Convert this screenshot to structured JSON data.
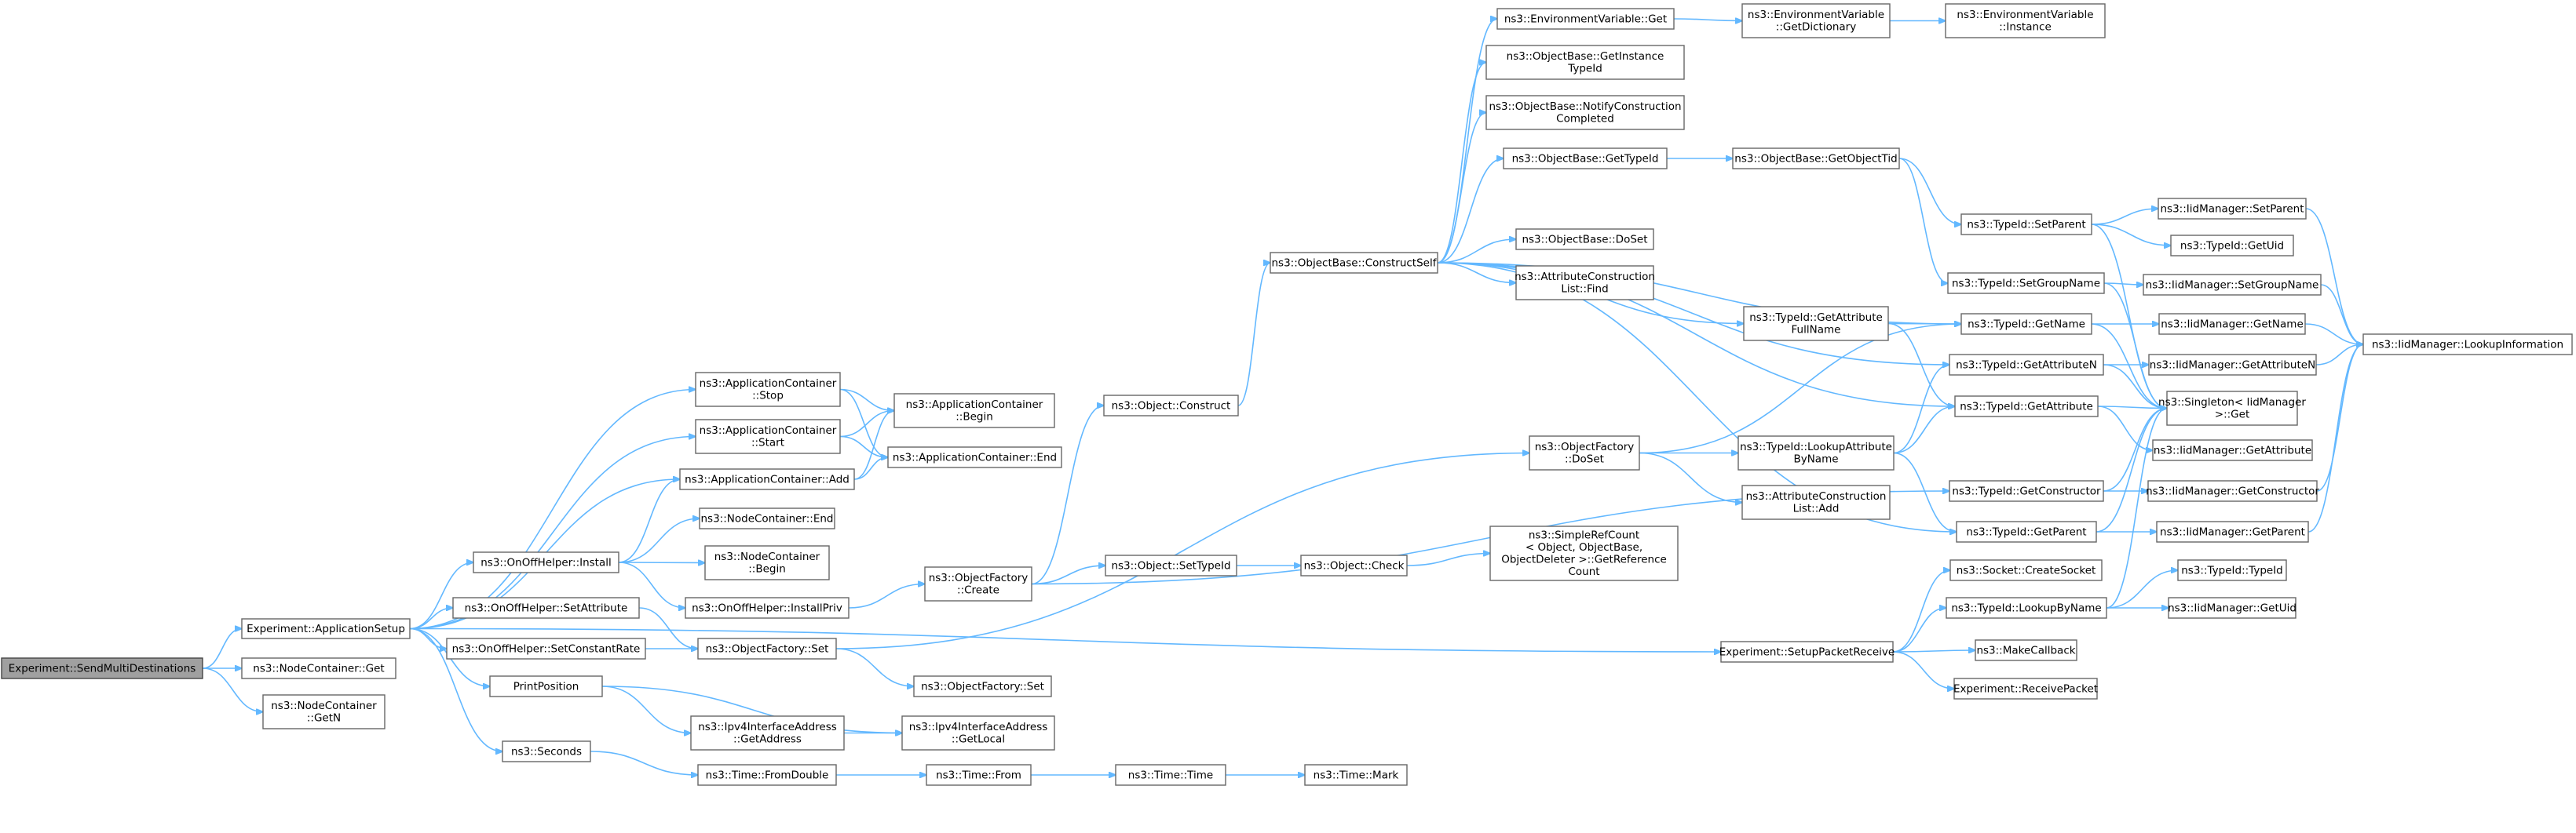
{
  "diagram": {
    "nodes": [
      {
        "id": "sendmulti",
        "lines": [
          "Experiment::SendMultiDestinations"
        ],
        "root": true
      },
      {
        "id": "appsetup",
        "lines": [
          "Experiment::ApplicationSetup"
        ]
      },
      {
        "id": "nc_get",
        "lines": [
          "ns3::NodeContainer::Get"
        ]
      },
      {
        "id": "nc_getn",
        "lines": [
          "ns3::NodeContainer",
          "::GetN"
        ]
      },
      {
        "id": "ac_stop",
        "lines": [
          "ns3::ApplicationContainer",
          "::Stop"
        ]
      },
      {
        "id": "ac_start",
        "lines": [
          "ns3::ApplicationContainer",
          "::Start"
        ]
      },
      {
        "id": "ac_add",
        "lines": [
          "ns3::ApplicationContainer::Add"
        ]
      },
      {
        "id": "oo_install",
        "lines": [
          "ns3::OnOffHelper::Install"
        ]
      },
      {
        "id": "oo_setattr",
        "lines": [
          "ns3::OnOffHelper::SetAttribute"
        ]
      },
      {
        "id": "oo_setconst",
        "lines": [
          "ns3::OnOffHelper::SetConstantRate"
        ]
      },
      {
        "id": "printpos",
        "lines": [
          "PrintPosition"
        ]
      },
      {
        "id": "seconds",
        "lines": [
          "ns3::Seconds"
        ]
      },
      {
        "id": "ac_begin",
        "lines": [
          "ns3::ApplicationContainer",
          "::Begin"
        ]
      },
      {
        "id": "ac_end",
        "lines": [
          "ns3::ApplicationContainer::End"
        ]
      },
      {
        "id": "nc_end",
        "lines": [
          "ns3::NodeContainer::End"
        ]
      },
      {
        "id": "nc_begin",
        "lines": [
          "ns3::NodeContainer",
          "::Begin"
        ]
      },
      {
        "id": "oo_installpriv",
        "lines": [
          "ns3::OnOffHelper::InstallPriv"
        ]
      },
      {
        "id": "of_set",
        "lines": [
          "ns3::ObjectFactory::Set"
        ]
      },
      {
        "id": "ipv4_getaddr",
        "lines": [
          "ns3::Ipv4InterfaceAddress",
          "::GetAddress"
        ]
      },
      {
        "id": "ipv4_getlocal",
        "lines": [
          "ns3::Ipv4InterfaceAddress",
          "::GetLocal"
        ]
      },
      {
        "id": "time_fromdouble",
        "lines": [
          "ns3::Time::FromDouble"
        ]
      },
      {
        "id": "of_create",
        "lines": [
          "ns3::ObjectFactory",
          "::Create"
        ]
      },
      {
        "id": "of_set2",
        "lines": [
          "ns3::ObjectFactory::Set"
        ]
      },
      {
        "id": "time_from",
        "lines": [
          "ns3::Time::From"
        ]
      },
      {
        "id": "obj_construct",
        "lines": [
          "ns3::Object::Construct"
        ]
      },
      {
        "id": "obj_settypeid",
        "lines": [
          "ns3::Object::SetTypeId"
        ]
      },
      {
        "id": "time_time",
        "lines": [
          "ns3::Time::Time"
        ]
      },
      {
        "id": "ob_constructself",
        "lines": [
          "ns3::ObjectBase::ConstructSelf"
        ]
      },
      {
        "id": "obj_check",
        "lines": [
          "ns3::Object::Check"
        ]
      },
      {
        "id": "time_mark",
        "lines": [
          "ns3::Time::Mark"
        ]
      },
      {
        "id": "env_get",
        "lines": [
          "ns3::EnvironmentVariable::Get"
        ]
      },
      {
        "id": "ob_getinstance",
        "lines": [
          "ns3::ObjectBase::GetInstance",
          "TypeId"
        ]
      },
      {
        "id": "ob_notify",
        "lines": [
          "ns3::ObjectBase::NotifyConstruction",
          "Completed"
        ]
      },
      {
        "id": "ob_gettypeid",
        "lines": [
          "ns3::ObjectBase::GetTypeId"
        ]
      },
      {
        "id": "ob_doset",
        "lines": [
          "ns3::ObjectBase::DoSet"
        ]
      },
      {
        "id": "acl_find",
        "lines": [
          "ns3::AttributeConstruction",
          "List::Find"
        ]
      },
      {
        "id": "of_doset",
        "lines": [
          "ns3::ObjectFactory",
          "::DoSet"
        ]
      },
      {
        "id": "simplerefcount",
        "lines": [
          "ns3::SimpleRefCount",
          "< Object, ObjectBase,",
          "ObjectDeleter >::GetReference",
          "Count"
        ]
      },
      {
        "id": "setup_recv",
        "lines": [
          "Experiment::SetupPacketReceive"
        ]
      },
      {
        "id": "env_getdict",
        "lines": [
          "ns3::EnvironmentVariable",
          "::GetDictionary"
        ]
      },
      {
        "id": "ob_getobjtid",
        "lines": [
          "ns3::ObjectBase::GetObjectTid"
        ]
      },
      {
        "id": "tid_getattrfull",
        "lines": [
          "ns3::TypeId::GetAttribute",
          "FullName"
        ]
      },
      {
        "id": "tid_lookupattr",
        "lines": [
          "ns3::TypeId::LookupAttribute",
          "ByName"
        ]
      },
      {
        "id": "acl_add",
        "lines": [
          "ns3::AttributeConstruction",
          "List::Add"
        ]
      },
      {
        "id": "env_instance",
        "lines": [
          "ns3::EnvironmentVariable",
          "::Instance"
        ]
      },
      {
        "id": "tid_setparent",
        "lines": [
          "ns3::TypeId::SetParent"
        ]
      },
      {
        "id": "tid_setgroup",
        "lines": [
          "ns3::TypeId::SetGroupName"
        ]
      },
      {
        "id": "tid_getname",
        "lines": [
          "ns3::TypeId::GetName"
        ]
      },
      {
        "id": "tid_getattrn",
        "lines": [
          "ns3::TypeId::GetAttributeN"
        ]
      },
      {
        "id": "tid_getattr",
        "lines": [
          "ns3::TypeId::GetAttribute"
        ]
      },
      {
        "id": "tid_getctor",
        "lines": [
          "ns3::TypeId::GetConstructor"
        ]
      },
      {
        "id": "tid_getparent",
        "lines": [
          "ns3::TypeId::GetParent"
        ]
      },
      {
        "id": "sock_create",
        "lines": [
          "ns3::Socket::CreateSocket"
        ]
      },
      {
        "id": "tid_lookupbyname",
        "lines": [
          "ns3::TypeId::LookupByName"
        ]
      },
      {
        "id": "makecallback",
        "lines": [
          "ns3::MakeCallback"
        ]
      },
      {
        "id": "recvpacket",
        "lines": [
          "Experiment::ReceivePacket"
        ]
      },
      {
        "id": "iid_setparent",
        "lines": [
          "ns3::IidManager::SetParent"
        ]
      },
      {
        "id": "tid_getuid",
        "lines": [
          "ns3::TypeId::GetUid"
        ]
      },
      {
        "id": "iid_setgroup",
        "lines": [
          "ns3::IidManager::SetGroupName"
        ]
      },
      {
        "id": "iid_getname",
        "lines": [
          "ns3::IidManager::GetName"
        ]
      },
      {
        "id": "iid_getattrn",
        "lines": [
          "ns3::IidManager::GetAttributeN"
        ]
      },
      {
        "id": "singleton_get",
        "lines": [
          "ns3::Singleton< IidManager",
          ">::Get"
        ]
      },
      {
        "id": "iid_getattr",
        "lines": [
          "ns3::IidManager::GetAttribute"
        ]
      },
      {
        "id": "iid_getctor",
        "lines": [
          "ns3::IidManager::GetConstructor"
        ]
      },
      {
        "id": "iid_getparent",
        "lines": [
          "ns3::IidManager::GetParent"
        ]
      },
      {
        "id": "tid_typeid",
        "lines": [
          "ns3::TypeId::TypeId"
        ]
      },
      {
        "id": "iid_getuid",
        "lines": [
          "ns3::IidManager::GetUid"
        ]
      },
      {
        "id": "iid_lookupinfo",
        "lines": [
          "ns3::IidManager::LookupInformation"
        ]
      }
    ],
    "edges": [
      [
        "sendmulti",
        "appsetup"
      ],
      [
        "sendmulti",
        "nc_get"
      ],
      [
        "sendmulti",
        "nc_getn"
      ],
      [
        "appsetup",
        "ac_stop"
      ],
      [
        "appsetup",
        "ac_start"
      ],
      [
        "appsetup",
        "ac_add"
      ],
      [
        "appsetup",
        "oo_install"
      ],
      [
        "appsetup",
        "oo_setattr"
      ],
      [
        "appsetup",
        "oo_setconst"
      ],
      [
        "appsetup",
        "printpos"
      ],
      [
        "appsetup",
        "seconds"
      ],
      [
        "appsetup",
        "setup_recv"
      ],
      [
        "ac_stop",
        "ac_begin"
      ],
      [
        "ac_stop",
        "ac_end"
      ],
      [
        "ac_start",
        "ac_begin"
      ],
      [
        "ac_start",
        "ac_end"
      ],
      [
        "ac_add",
        "ac_begin"
      ],
      [
        "ac_add",
        "ac_end"
      ],
      [
        "oo_install",
        "ac_add"
      ],
      [
        "oo_install",
        "nc_end"
      ],
      [
        "oo_install",
        "nc_begin"
      ],
      [
        "oo_install",
        "oo_installpriv"
      ],
      [
        "oo_setattr",
        "of_set"
      ],
      [
        "oo_setconst",
        "of_set"
      ],
      [
        "printpos",
        "ipv4_getaddr"
      ],
      [
        "printpos",
        "ipv4_getlocal"
      ],
      [
        "ipv4_getaddr",
        "ipv4_getlocal"
      ],
      [
        "seconds",
        "time_fromdouble"
      ],
      [
        "time_fromdouble",
        "time_from"
      ],
      [
        "time_from",
        "time_time"
      ],
      [
        "time_time",
        "time_mark"
      ],
      [
        "oo_installpriv",
        "of_create"
      ],
      [
        "of_set",
        "of_doset"
      ],
      [
        "of_set",
        "of_set2"
      ],
      [
        "of_create",
        "obj_construct"
      ],
      [
        "of_create",
        "obj_settypeid"
      ],
      [
        "of_create",
        "tid_getctor"
      ],
      [
        "obj_construct",
        "ob_constructself"
      ],
      [
        "obj_settypeid",
        "obj_check"
      ],
      [
        "obj_check",
        "simplerefcount"
      ],
      [
        "time_time",
        "time_mark"
      ],
      [
        "ob_constructself",
        "env_get"
      ],
      [
        "ob_constructself",
        "ob_getinstance"
      ],
      [
        "ob_constructself",
        "ob_notify"
      ],
      [
        "ob_constructself",
        "ob_gettypeid"
      ],
      [
        "ob_constructself",
        "ob_doset"
      ],
      [
        "ob_constructself",
        "acl_find"
      ],
      [
        "ob_constructself",
        "tid_getattrfull"
      ],
      [
        "ob_constructself",
        "tid_getname"
      ],
      [
        "ob_constructself",
        "tid_getattrn"
      ],
      [
        "ob_constructself",
        "tid_getattr"
      ],
      [
        "ob_constructself",
        "tid_getparent"
      ],
      [
        "env_get",
        "env_getdict"
      ],
      [
        "env_getdict",
        "env_instance"
      ],
      [
        "ob_gettypeid",
        "ob_getobjtid"
      ],
      [
        "ob_getobjtid",
        "tid_setparent"
      ],
      [
        "ob_getobjtid",
        "tid_setgroup"
      ],
      [
        "of_doset",
        "tid_lookupattr"
      ],
      [
        "of_doset",
        "acl_add"
      ],
      [
        "of_doset",
        "tid_getname"
      ],
      [
        "tid_getattrfull",
        "tid_getname"
      ],
      [
        "tid_getattrfull",
        "tid_getattr"
      ],
      [
        "tid_lookupattr",
        "tid_getattrn"
      ],
      [
        "tid_lookupattr",
        "tid_getattr"
      ],
      [
        "tid_lookupattr",
        "tid_getparent"
      ],
      [
        "setup_recv",
        "sock_create"
      ],
      [
        "setup_recv",
        "tid_lookupbyname"
      ],
      [
        "setup_recv",
        "makecallback"
      ],
      [
        "setup_recv",
        "recvpacket"
      ],
      [
        "tid_setparent",
        "iid_setparent"
      ],
      [
        "tid_setparent",
        "tid_getuid"
      ],
      [
        "tid_setparent",
        "singleton_get"
      ],
      [
        "tid_setgroup",
        "iid_setgroup"
      ],
      [
        "tid_setgroup",
        "singleton_get"
      ],
      [
        "tid_getname",
        "iid_getname"
      ],
      [
        "tid_getname",
        "singleton_get"
      ],
      [
        "tid_getattrn",
        "iid_getattrn"
      ],
      [
        "tid_getattrn",
        "singleton_get"
      ],
      [
        "tid_getattr",
        "iid_getattr"
      ],
      [
        "tid_getattr",
        "singleton_get"
      ],
      [
        "tid_getctor",
        "iid_getctor"
      ],
      [
        "tid_getctor",
        "singleton_get"
      ],
      [
        "tid_getparent",
        "iid_getparent"
      ],
      [
        "tid_getparent",
        "singleton_get"
      ],
      [
        "tid_lookupbyname",
        "iid_getuid"
      ],
      [
        "tid_lookupbyname",
        "tid_typeid"
      ],
      [
        "tid_lookupbyname",
        "singleton_get"
      ],
      [
        "iid_setparent",
        "iid_lookupinfo"
      ],
      [
        "iid_setgroup",
        "iid_lookupinfo"
      ],
      [
        "iid_getname",
        "iid_lookupinfo"
      ],
      [
        "iid_getattrn",
        "iid_lookupinfo"
      ],
      [
        "iid_getctor",
        "iid_lookupinfo"
      ],
      [
        "iid_getparent",
        "iid_lookupinfo"
      ]
    ]
  }
}
